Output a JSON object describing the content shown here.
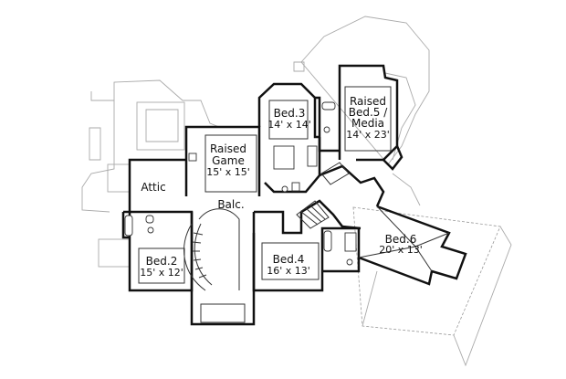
{
  "plan": {
    "rooms": [
      {
        "name": "Raised",
        "line2": "Game",
        "dims": "15' x 15'"
      },
      {
        "name": "Bed.3",
        "dims": "14' x 14'"
      },
      {
        "name": "Raised",
        "line2": "Bed.5 /",
        "line3": "Media",
        "dims": "14' x 23'"
      },
      {
        "name": "Attic"
      },
      {
        "name": "Balc."
      },
      {
        "name": "Bed.2",
        "dims": "15' x 12'"
      },
      {
        "name": "Bed.4",
        "dims": "16' x 13'"
      },
      {
        "name": "Bed.6",
        "dims": "20' x 13'"
      }
    ],
    "colors": {
      "wall": "#111111",
      "outline": "#aaaaaa",
      "background": "#ffffff"
    }
  }
}
